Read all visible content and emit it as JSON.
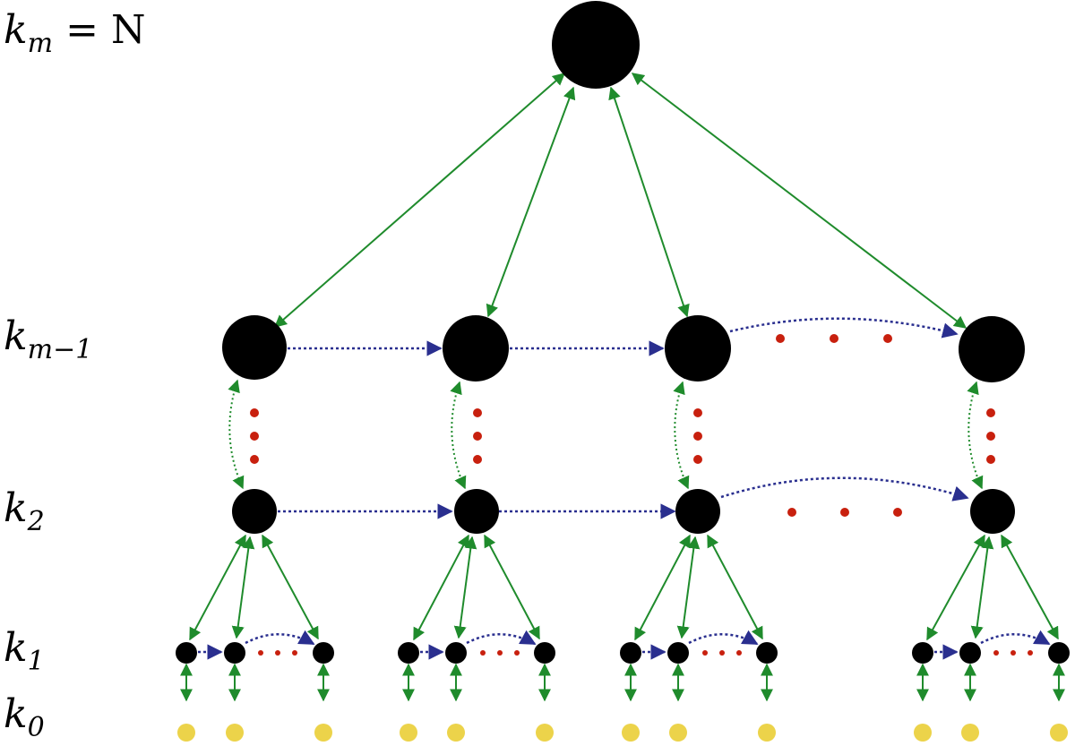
{
  "level_labels": [
    {
      "id": "km",
      "base": "k",
      "sub": "m",
      "suffix": " = N"
    },
    {
      "id": "km1",
      "base": "k",
      "sub": "m−1",
      "suffix": ""
    },
    {
      "id": "k2",
      "base": "k",
      "sub": "2",
      "suffix": ""
    },
    {
      "id": "k1",
      "base": "k",
      "sub": "1",
      "suffix": ""
    },
    {
      "id": "k0",
      "base": "k",
      "sub": "0",
      "suffix": ""
    }
  ],
  "colors": {
    "node": "#000000",
    "leaf": "#ecd34a",
    "hierarchy_edge": "#1f8b2c",
    "peer_edge": "#2a2f8f",
    "ellipsis": "#c8200e"
  }
}
